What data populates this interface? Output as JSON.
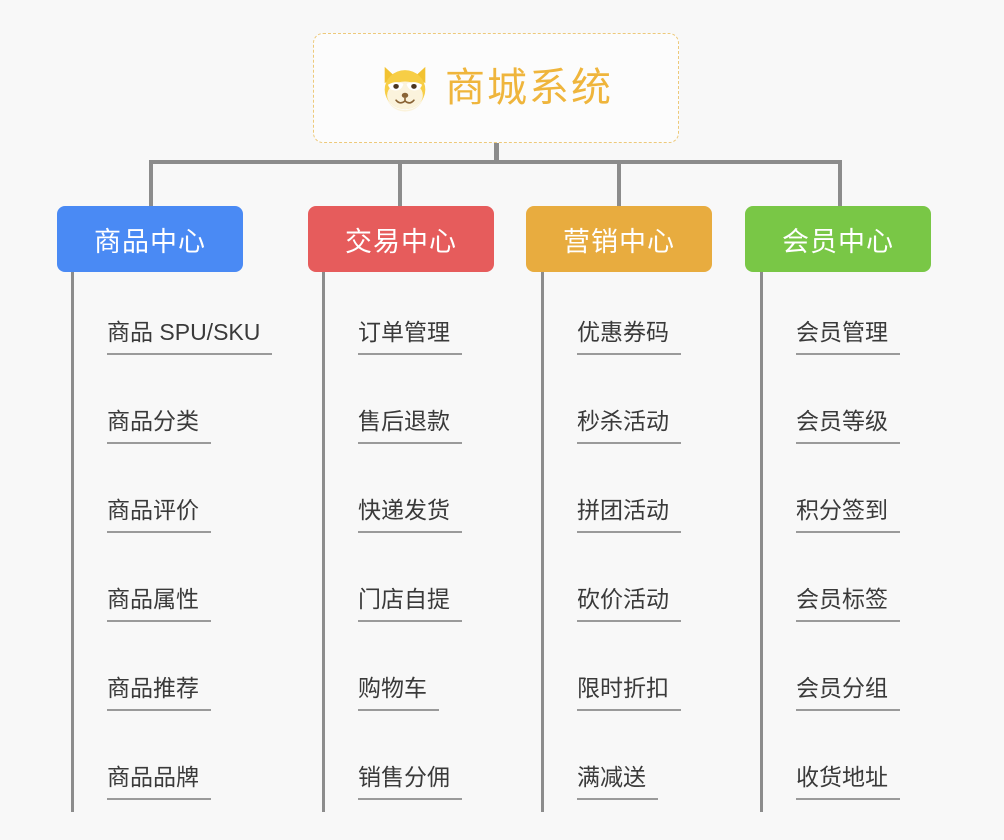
{
  "diagram": {
    "type": "org-tree",
    "background_color": "#F8F8F8",
    "connector_color": "#8C8C8C",
    "root": {
      "icon": "shiba-dog-face-icon",
      "title": "商城系统",
      "title_color": "#EFB53C",
      "border_color": "#EDC97A",
      "background_color": "#FCFCFC"
    },
    "columns": [
      {
        "key": "product",
        "label": "商品中心",
        "color": "#4A8AF4",
        "items": [
          "商品 SPU/SKU",
          "商品分类",
          "商品评价",
          "商品属性",
          "商品推荐",
          "商品品牌"
        ]
      },
      {
        "key": "trade",
        "label": "交易中心",
        "color": "#E65C5C",
        "items": [
          "订单管理",
          "售后退款",
          "快递发货",
          "门店自提",
          "购物车",
          "销售分佣"
        ]
      },
      {
        "key": "marketing",
        "label": "营销中心",
        "color": "#E8AC3F",
        "items": [
          "优惠券码",
          "秒杀活动",
          "拼团活动",
          "砍价活动",
          "限时折扣",
          "满减送"
        ]
      },
      {
        "key": "member",
        "label": "会员中心",
        "color": "#79C746",
        "items": [
          "会员管理",
          "会员等级",
          "积分签到",
          "会员标签",
          "会员分组",
          "收货地址"
        ]
      }
    ]
  }
}
